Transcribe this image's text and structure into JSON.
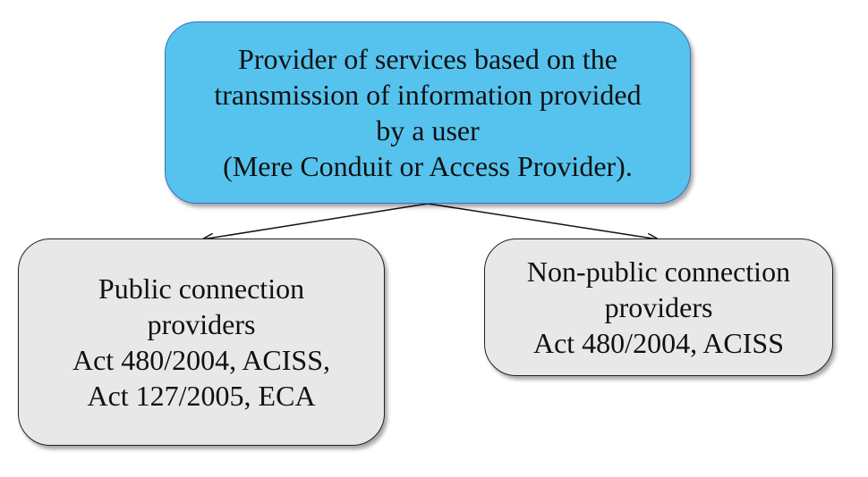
{
  "diagram": {
    "root": {
      "lines": [
        "Provider of services based on the",
        "transmission of information provided",
        "by a user",
        "(Mere Conduit or Access Provider)."
      ],
      "color": "#56c3ee"
    },
    "children": [
      {
        "lines": [
          "Public connection",
          "providers",
          "Act 480/2004, ACISS,",
          "Act 127/2005, ECA"
        ],
        "color": "#e8e8e8"
      },
      {
        "lines": [
          "Non-public connection",
          "providers",
          "Act 480/2004, ACISS"
        ],
        "color": "#e8e8e8"
      }
    ],
    "edges": [
      {
        "from": "root",
        "to": "children.0"
      },
      {
        "from": "root",
        "to": "children.1"
      }
    ]
  }
}
